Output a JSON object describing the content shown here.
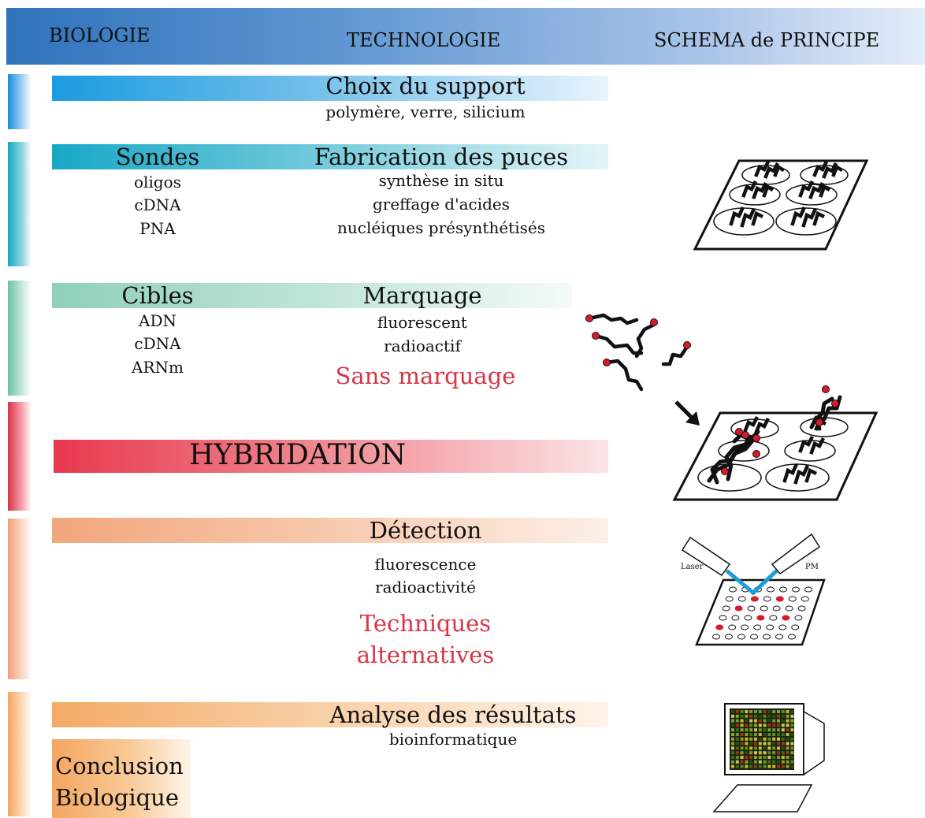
{
  "header": {
    "biologie": "BIOLOGIE",
    "technologie": "TECHNOLOGIE",
    "schema": "SCHEMA de PRINCIPE"
  },
  "support": {
    "title": "Choix du support",
    "desc": "polymère, verre, silicium"
  },
  "sondes": {
    "title": "Sondes",
    "items": [
      "oligos",
      "cDNA",
      "PNA"
    ]
  },
  "fabrication": {
    "title": "Fabrication des puces",
    "items": [
      "synthèse in situ",
      "greffage d'acides",
      "nucléiques présynthétisés"
    ]
  },
  "cibles": {
    "title": "Cibles",
    "items": [
      "ADN",
      "cDNA",
      "ARNm"
    ]
  },
  "marquage": {
    "title": "Marquage",
    "items": [
      "fluorescent",
      "radioactif"
    ],
    "alt": "Sans marquage"
  },
  "hybridation": {
    "title": "HYBRIDATION"
  },
  "detection": {
    "title": "Détection",
    "items": [
      "fluorescence",
      "radioactivité"
    ],
    "alt_line1": "Techniques",
    "alt_line2": "alternatives"
  },
  "analyse": {
    "title": "Analyse des résultats",
    "desc": "bioinformatique"
  },
  "conclusion": {
    "line1": "Conclusion",
    "line2": "Biologique"
  },
  "schema_labels": {
    "laser": "Laser",
    "pm": "PM"
  },
  "colors": {
    "header": "#2f73bb",
    "support": "#1a9ce0",
    "sondes": "#1eb0c8",
    "cibles": "#8fd0b8",
    "hybridation": "#e8384f",
    "detection": "#f2a67c",
    "analyse": "#f4aa66",
    "alt_text": "#d83548",
    "beam": "#1e9ad8",
    "spot": "#d8192c"
  }
}
